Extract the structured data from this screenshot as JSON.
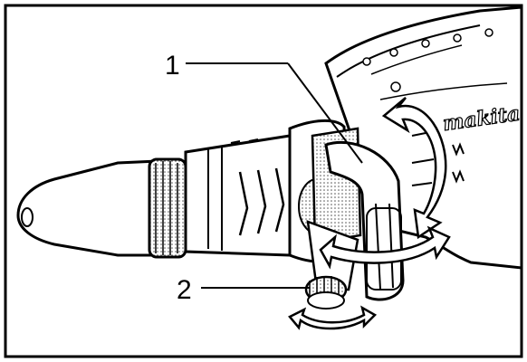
{
  "figure": {
    "callouts": [
      {
        "id": "1",
        "label": "1",
        "target": "side-handle-grip"
      },
      {
        "id": "2",
        "label": "2",
        "target": "clamp-knob"
      }
    ],
    "logo_text": "makita",
    "colors": {
      "ink": "#000000",
      "paper": "#ffffff",
      "shade": "#e8e8e8"
    }
  }
}
